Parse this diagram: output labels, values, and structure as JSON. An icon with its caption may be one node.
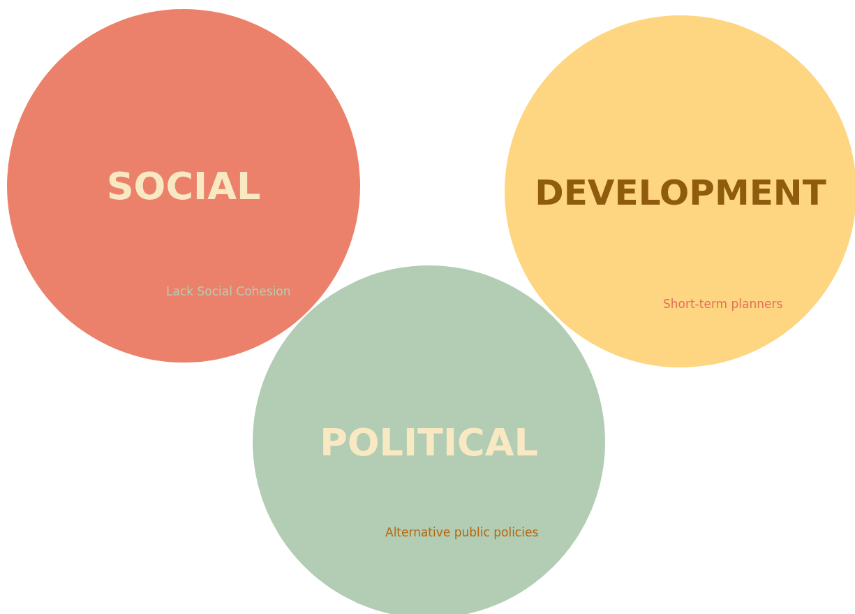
{
  "diagram": {
    "nodes": [
      {
        "text": [
          "SOCIAL",
          "Lack Social Cohesion"
        ]
      },
      {
        "text": [
          "DEVELOPMENT",
          "Short-term planners"
        ]
      },
      {
        "text": [
          "POLITICAL",
          "Alternative public policies"
        ]
      }
    ],
    "edges": []
  }
}
